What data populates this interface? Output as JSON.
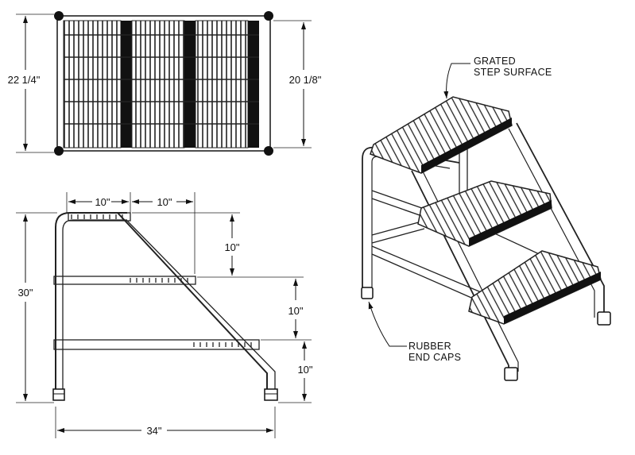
{
  "top_view": {
    "overall_width": "22 1/4\"",
    "step_width": "20 1/8\""
  },
  "side_view": {
    "top_step_depth_a": "10\"",
    "top_step_depth_b": "10\"",
    "rise_top": "10\"",
    "rise_middle": "10\"",
    "rise_bottom": "10\"",
    "overall_height": "30\"",
    "base_depth": "34\""
  },
  "isometric_view": {
    "callout_grated_line1": "GRATED",
    "callout_grated_line2": "STEP SURFACE",
    "callout_caps_line1": "RUBBER",
    "callout_caps_line2": "END CAPS"
  }
}
